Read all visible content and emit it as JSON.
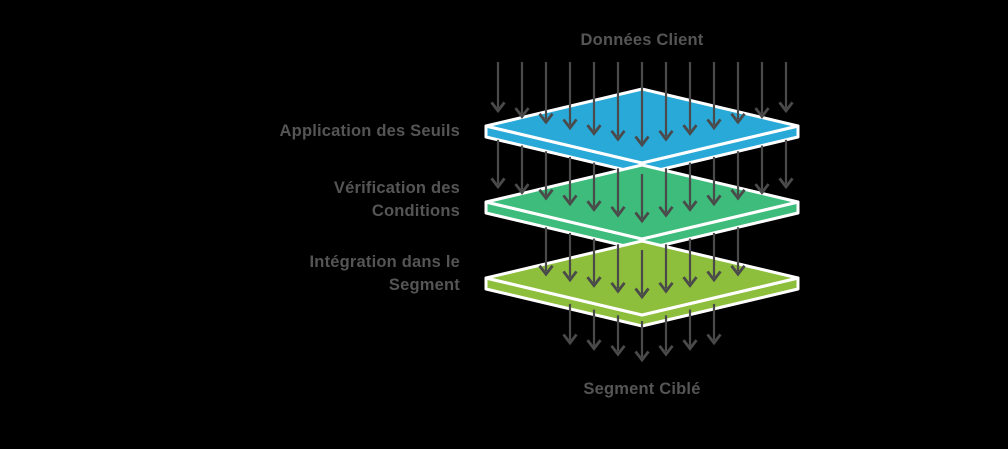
{
  "title": "Données Client",
  "output_label": "Segment Ciblé",
  "layers": [
    {
      "name": "application-des-seuils",
      "lines": [
        "Application des Seuils"
      ],
      "color": "#29A9D8"
    },
    {
      "name": "verification-des-conditions",
      "lines": [
        "Vérification des",
        "Conditions"
      ],
      "color": "#3DBC7C"
    },
    {
      "name": "integration-dans-le-segment",
      "lines": [
        "Intégration dans le",
        "Segment"
      ],
      "color": "#8DBE3C"
    }
  ],
  "flow": {
    "input_arrows": 13,
    "between_layers": [
      13,
      9
    ],
    "output_arrows": 7,
    "arrow_color": "#4A4A4A"
  },
  "colors": {
    "background": "#000000",
    "text": "#555555",
    "layer_border": "#FFFFFF"
  }
}
